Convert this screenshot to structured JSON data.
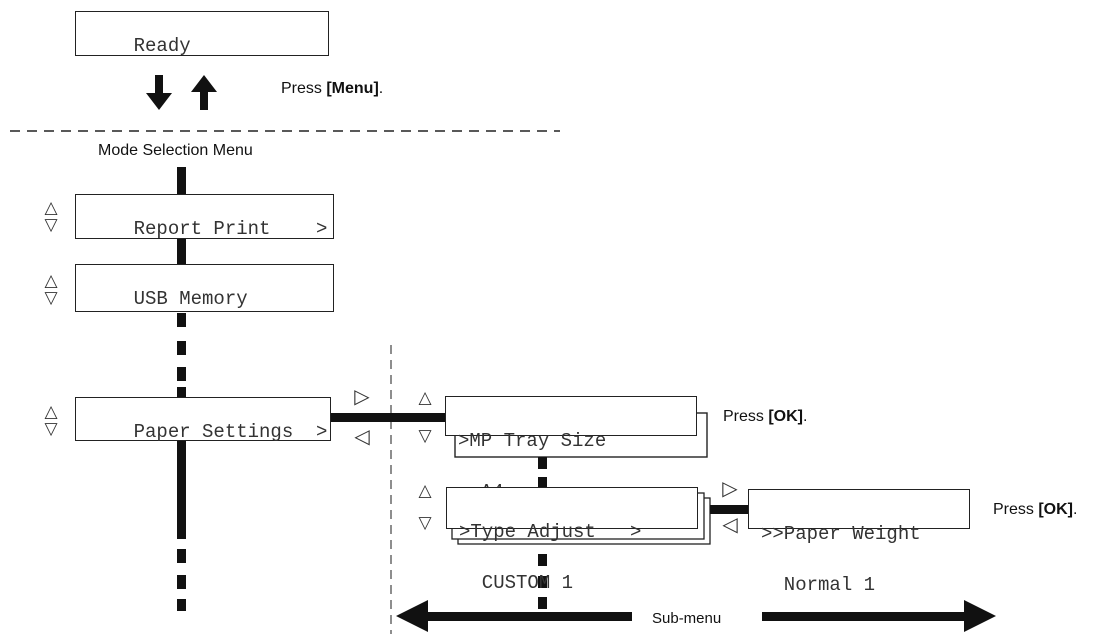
{
  "ready_display": {
    "text": "Ready"
  },
  "press_menu": {
    "prefix": "Press ",
    "key": "[Menu]",
    "suffix": "."
  },
  "mode_selection_label": "Mode Selection Menu",
  "menu_items": [
    {
      "line1": "Report Print    >",
      "line2": ""
    },
    {
      "line1": "USB Memory",
      "line2": ""
    },
    {
      "line1": "Paper Settings  >",
      "line2": ""
    }
  ],
  "submenu_items": [
    {
      "line1": ">MP Tray Size",
      "line2": "  A4"
    },
    {
      "line1": ">Type Adjust   >",
      "line2": "  CUSTOM 1"
    }
  ],
  "subsubmenu_item": {
    "line1": ">>Paper Weight",
    "line2": "  Normal 1"
  },
  "press_ok": {
    "prefix": "Press ",
    "key": "[OK]",
    "suffix": "."
  },
  "submenu_label": "Sub-menu",
  "icons": {
    "up_triangle": "△",
    "down_triangle": "▽",
    "right_triangle": "▷",
    "left_triangle": "◁"
  }
}
